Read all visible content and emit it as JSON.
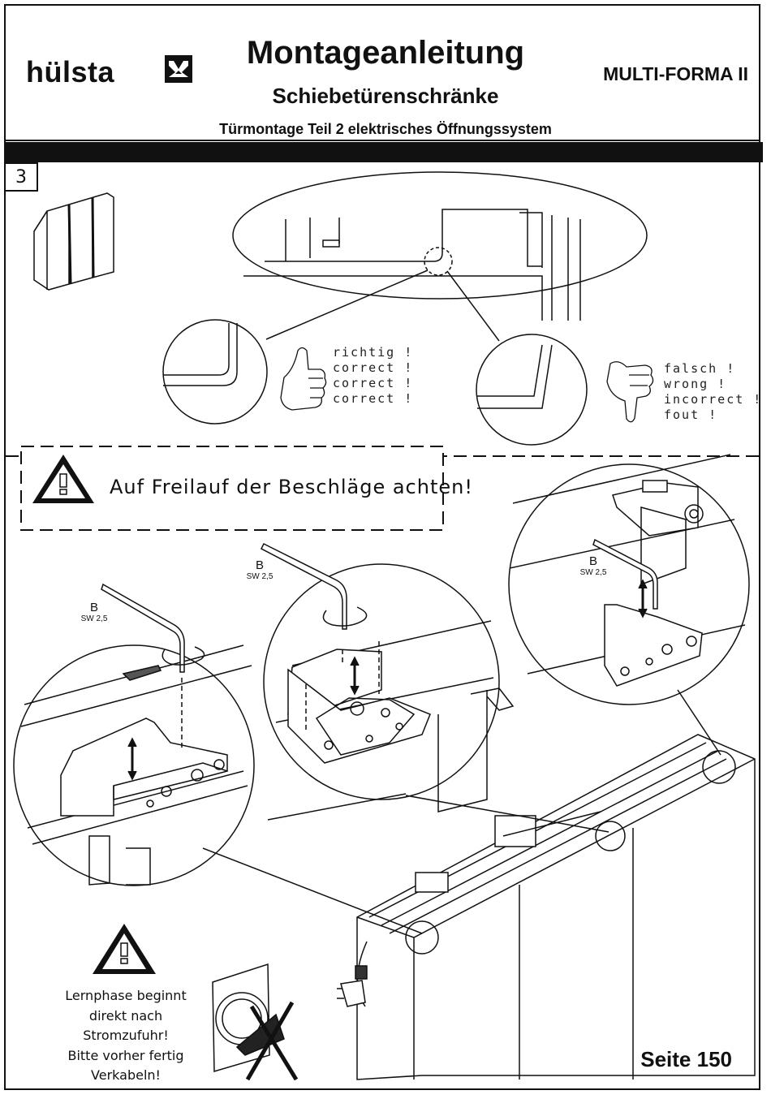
{
  "header": {
    "brand": "hülsta",
    "title": "Montageanleitung",
    "subtitle": "Schiebetürenschränke",
    "series": "MULTI-FORMA II",
    "topic": "Türmontage Teil 2 elektrisches Öffnungssystem"
  },
  "step": {
    "number": "3"
  },
  "correct_labels": [
    "richtig !",
    "correct !",
    "correct !",
    "correct !"
  ],
  "wrong_labels": [
    "falsch !",
    "wrong !",
    "incorrect !",
    "fout !"
  ],
  "warning": {
    "text": "Auf Freilauf der Beschläge achten!"
  },
  "callouts": [
    {
      "label": "B",
      "size": "SW 2,5"
    },
    {
      "label": "B",
      "size": "SW 2,5"
    },
    {
      "label": "B",
      "size": "SW 2,5"
    }
  ],
  "bottom_warning": {
    "lines": [
      "Lernphase beginnt",
      "direkt nach",
      "Stromzufuhr!",
      "Bitte vorher fertig",
      "Verkabeln!"
    ]
  },
  "page": {
    "label": "Seite 150"
  }
}
